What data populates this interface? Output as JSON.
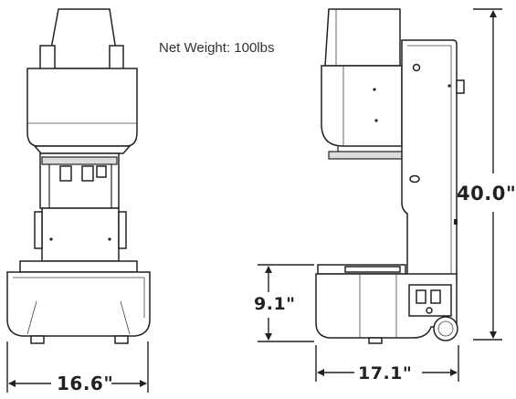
{
  "net_weight": "Net Weight: 100lbs",
  "dimensions": {
    "width": "16.6\"",
    "depth": "17.1\"",
    "height": "40.0\"",
    "base_height": "9.1\""
  }
}
